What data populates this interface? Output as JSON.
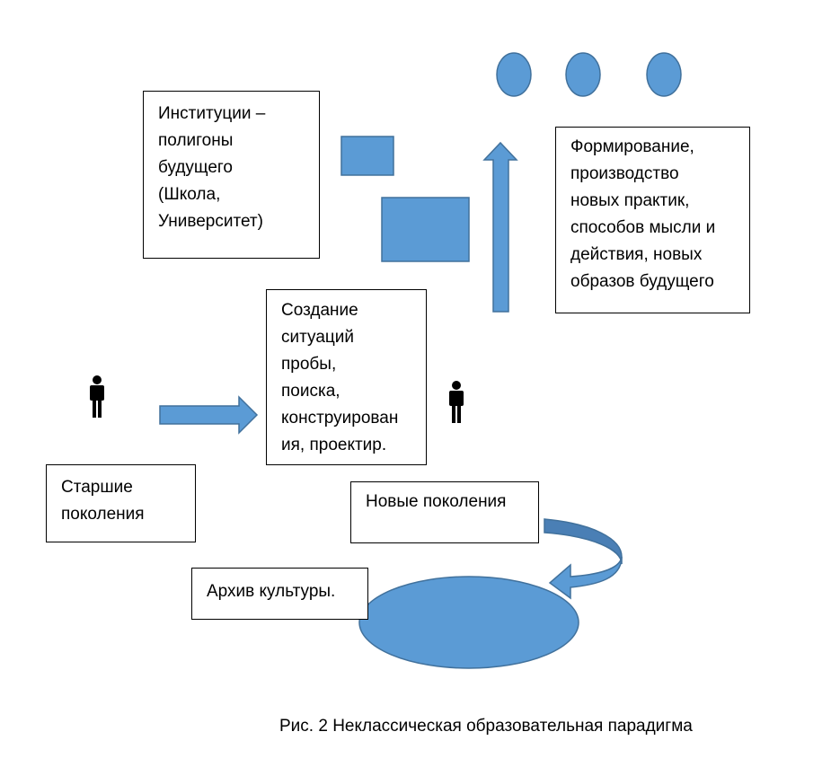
{
  "colors": {
    "fill": "#5b9bd5",
    "stroke": "#41719c",
    "curve_dark": "#4a7fb5",
    "figure": "#000000",
    "box_border": "#000000"
  },
  "icons": [
    "person-icon",
    "person-icon"
  ],
  "boxes": {
    "institutions": [
      "Институции –",
      "полигоны",
      "будущего",
      "(Школа,",
      "Университет)"
    ],
    "formation": [
      "Формирование,",
      "производство",
      "новых практик,",
      "способов мысли и",
      "действия, новых",
      "образов будущего"
    ],
    "creation": [
      "Создание",
      "ситуаций",
      "пробы,",
      "поиска,",
      "конструирован",
      "ия, проектир."
    ],
    "older": [
      "Старшие",
      "поколения"
    ],
    "newgen": [
      "Новые поколения"
    ],
    "archive": [
      "Архив культуры."
    ]
  },
  "caption": "Рис. 2 Неклассическая образовательная парадигма"
}
